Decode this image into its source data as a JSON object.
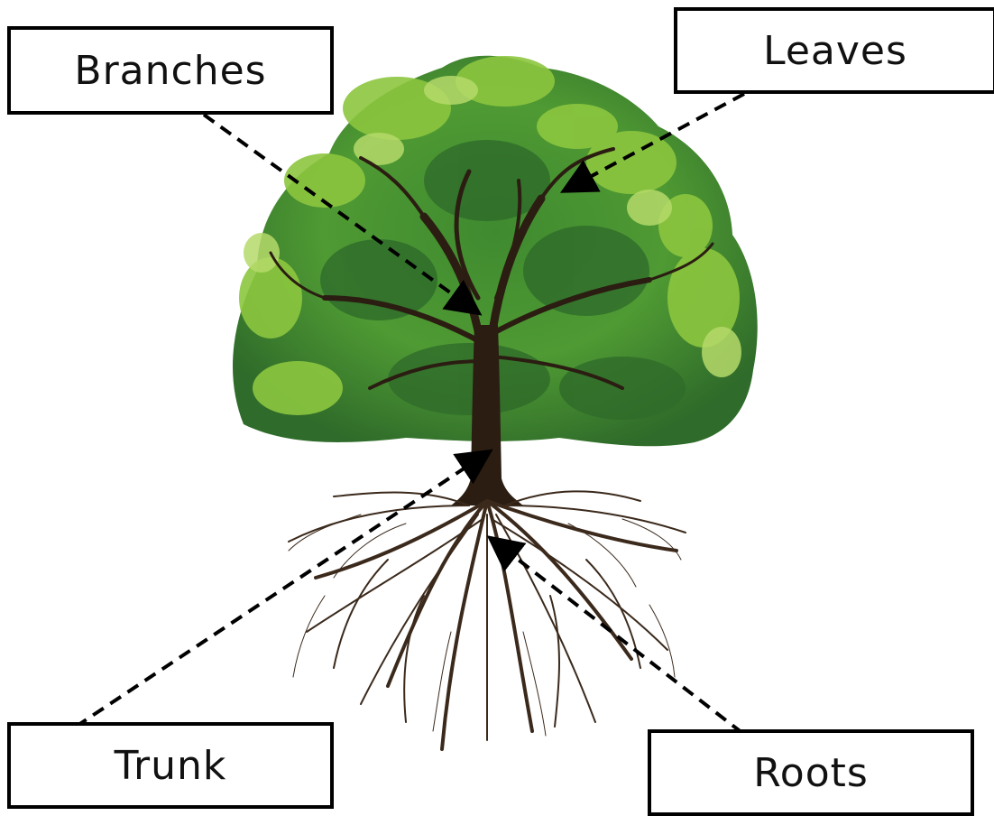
{
  "labels": {
    "branches": "Branches",
    "leaves": "Leaves",
    "trunk": "Trunk",
    "roots": "Roots"
  },
  "colors": {
    "foliage_dark": "#2f6b2a",
    "foliage_mid": "#4f9a33",
    "foliage_light": "#8cc63f",
    "foliage_highlight": "#b5d96a",
    "bark": "#2b1d12",
    "roots": "#3b2a1c",
    "leader_line": "#000000",
    "box_border": "#000000"
  },
  "icons": {
    "tree": "tree-illustration",
    "arrow": "arrowhead"
  }
}
